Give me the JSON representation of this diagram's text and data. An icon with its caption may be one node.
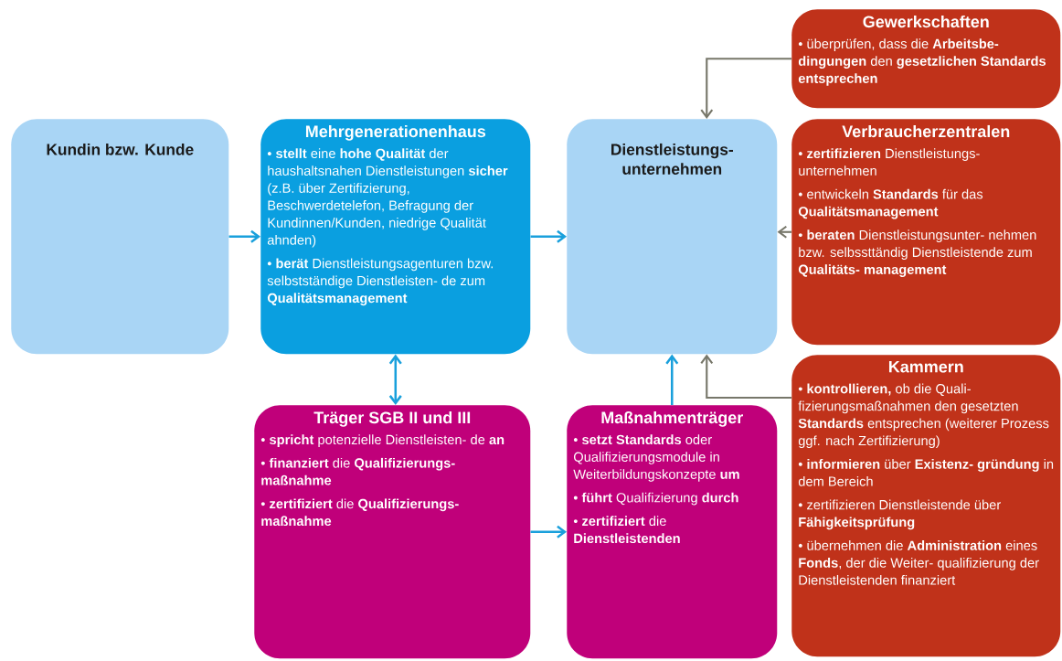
{
  "diagram": {
    "nodes": [
      {
        "text": [
          "Kundin bzw. Kunde"
        ]
      },
      {
        "text": [
          "Mehrgenerationenhaus",
          "• **stellt** eine **hohe Qualität** der haushaltsnahen Dienstleistungen **sicher** (z.B. über Zertifizierung, Beschwerdetelefon, Befragung der Kundinnen/Kunden, niedrige Qualität ahnden)",
          "• **berät** Dienstleistungsagenturen bzw. selbstständige Dienstleisten- de zum **Qualitätsmanagement**"
        ]
      },
      {
        "text": [
          "Dienstleistungs- unternehmen"
        ]
      },
      {
        "text": [
          "Gewerkschaften",
          "• überprüfen, dass die **Arbeitsbe- dingungen** den **gesetzlichen Standards entsprechen**"
        ]
      },
      {
        "text": [
          "Verbraucherzentralen",
          "• **zertifizieren** Dienstleistungs- unternehmen",
          "• entwickeln **Standards** für das **Qualitätsmanagement**",
          "• **beraten** Dienstleistungsunter- nehmen bzw. selbssttändig Dienstleistende zum **Qualitäts- management**"
        ]
      },
      {
        "text": [
          "Kammern",
          "• **kontrollieren,** ob die Quali- fizierungsmaßnahmen den gesetzten **Standards** entsprechen (weiterer Prozess ggf. nach Zertifizierung)",
          "• **informieren** über **Existenz- gründung** in dem Bereich",
          "• zertifizieren Dienstleistende über **Fähigkeitsprüfung**",
          "• übernehmen die **Administration** eines **Fonds**, der die Weiter- qualifizierung der Dienstleistenden finanziert"
        ]
      },
      {
        "text": [
          "Träger SGB II und III",
          "• **spricht** potenzielle Dienstleisten- de **an**",
          "• **finanziert** die **Qualifizierungs- maßnahme**",
          "• **zertifiziert** die **Qualifizierungs- maßnahme**"
        ]
      },
      {
        "text": [
          "Maßnahmenträger",
          "• **setzt Standards** oder Qualifizierungsmodule in Weiterbildungskonzepte **um**",
          "• **führt** Qualifizierung **durch**",
          "• **zertifiziert** die **Dienstleistenden**"
        ]
      }
    ],
    "edges": [
      {
        "from": 0,
        "to": 1,
        "arrow": "to"
      },
      {
        "from": 1,
        "to": 2,
        "arrow": "to"
      },
      {
        "from": 1,
        "to": 6,
        "arrow": "both"
      },
      {
        "from": 6,
        "to": 7,
        "arrow": "to"
      },
      {
        "from": 7,
        "to": 2,
        "arrow": "to"
      },
      {
        "from": 3,
        "to": 2,
        "arrow": "to",
        "color": "#77776a"
      },
      {
        "from": 4,
        "to": 2,
        "arrow": "to",
        "color": "#77776a"
      },
      {
        "from": 5,
        "to": 2,
        "arrow": "to",
        "color": "#77776a"
      }
    ]
  }
}
